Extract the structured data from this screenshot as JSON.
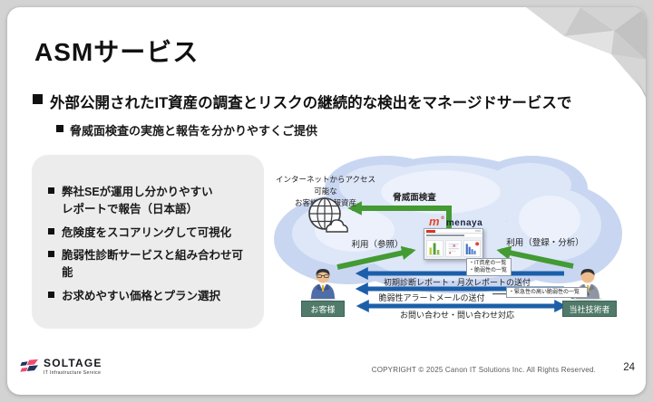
{
  "slide": {
    "title": "ASMサービス",
    "main_bullet": "外部公開されたIT資産の調査とリスクの継続的な検出をマネージドサービスで",
    "sub_bullet": "脅威面検査の実施と報告を分かりやすくご提供"
  },
  "feature_box": {
    "items": [
      {
        "label": "弊社SEが運用し分かりやすい\nレポートで報告（日本語）"
      },
      {
        "label": "危険度をスコアリングして可視化"
      },
      {
        "label": "脆弱性診断サービスと組み合わせ可能"
      },
      {
        "label": "お求めやすい価格とプラン選択"
      }
    ]
  },
  "diagram": {
    "internet_assets_line1": "インターネットからアクセス可能な",
    "internet_assets_line2": "お客様の情報資産",
    "threat_scan_label": "脅威面検査",
    "menaya_mark": "m˚",
    "menaya_name": "menaya",
    "use_reference_label": "利用（参照）",
    "use_register_label": "利用（登録・分析）",
    "callout_assets_line1": "・IT資産の一覧",
    "callout_assets_line2": "・脆弱性の一覧",
    "flow_report_label": "初期診断レポート・月次レポートの送付",
    "flow_alert_label": "脆弱性アラートメールの送付",
    "callout_urgent": "・緊急性の高い脆弱性の一覧",
    "flow_contact_label": "お問い合わせ・問い合わせ対応",
    "customer_label": "お客様",
    "engineer_label": "当社技術者"
  },
  "footer": {
    "brand_name": "SOLTAGE",
    "brand_tagline": "IT Infrastructure Service",
    "copyright": "COPYRIGHT © 2025 Canon IT Solutions Inc. All Rights Reserved.",
    "page_number": "24"
  },
  "colors": {
    "green_arrow": "#449a33",
    "blue_arrow": "#1c5fa8",
    "cloud_blue": "#c9d6f1",
    "person_label_bg": "#507a6a",
    "menaya_red": "#e8452e",
    "brand_pink": "#ee4b6e",
    "brand_navy": "#24335c"
  }
}
